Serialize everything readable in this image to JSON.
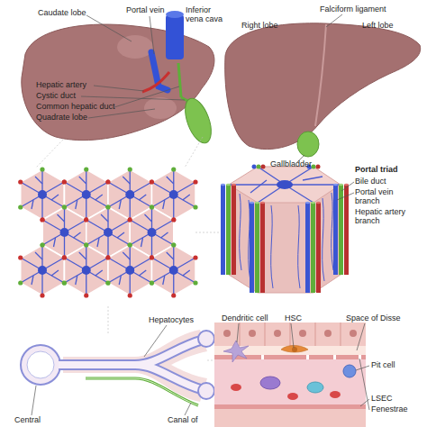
{
  "diagram": {
    "labels": [
      "Caudate lobe",
      "Portal vein",
      "Inferior vena cava",
      "Hepatic artery",
      "Cystic duct",
      "Common hepatic duct",
      "Quadrate lobe",
      "Falciform ligament",
      "Right lobe",
      "Left lobe",
      "Gallbladder",
      "Portal triad",
      "Bile duct",
      "Portal vein branch",
      "Hepatic artery branch",
      "Hepatocytes",
      "Dendritic cell",
      "HSC",
      "Space of Disse",
      "Pit cell",
      "LSEC",
      "Fenestrae",
      "Central",
      "Canal of"
    ]
  }
}
